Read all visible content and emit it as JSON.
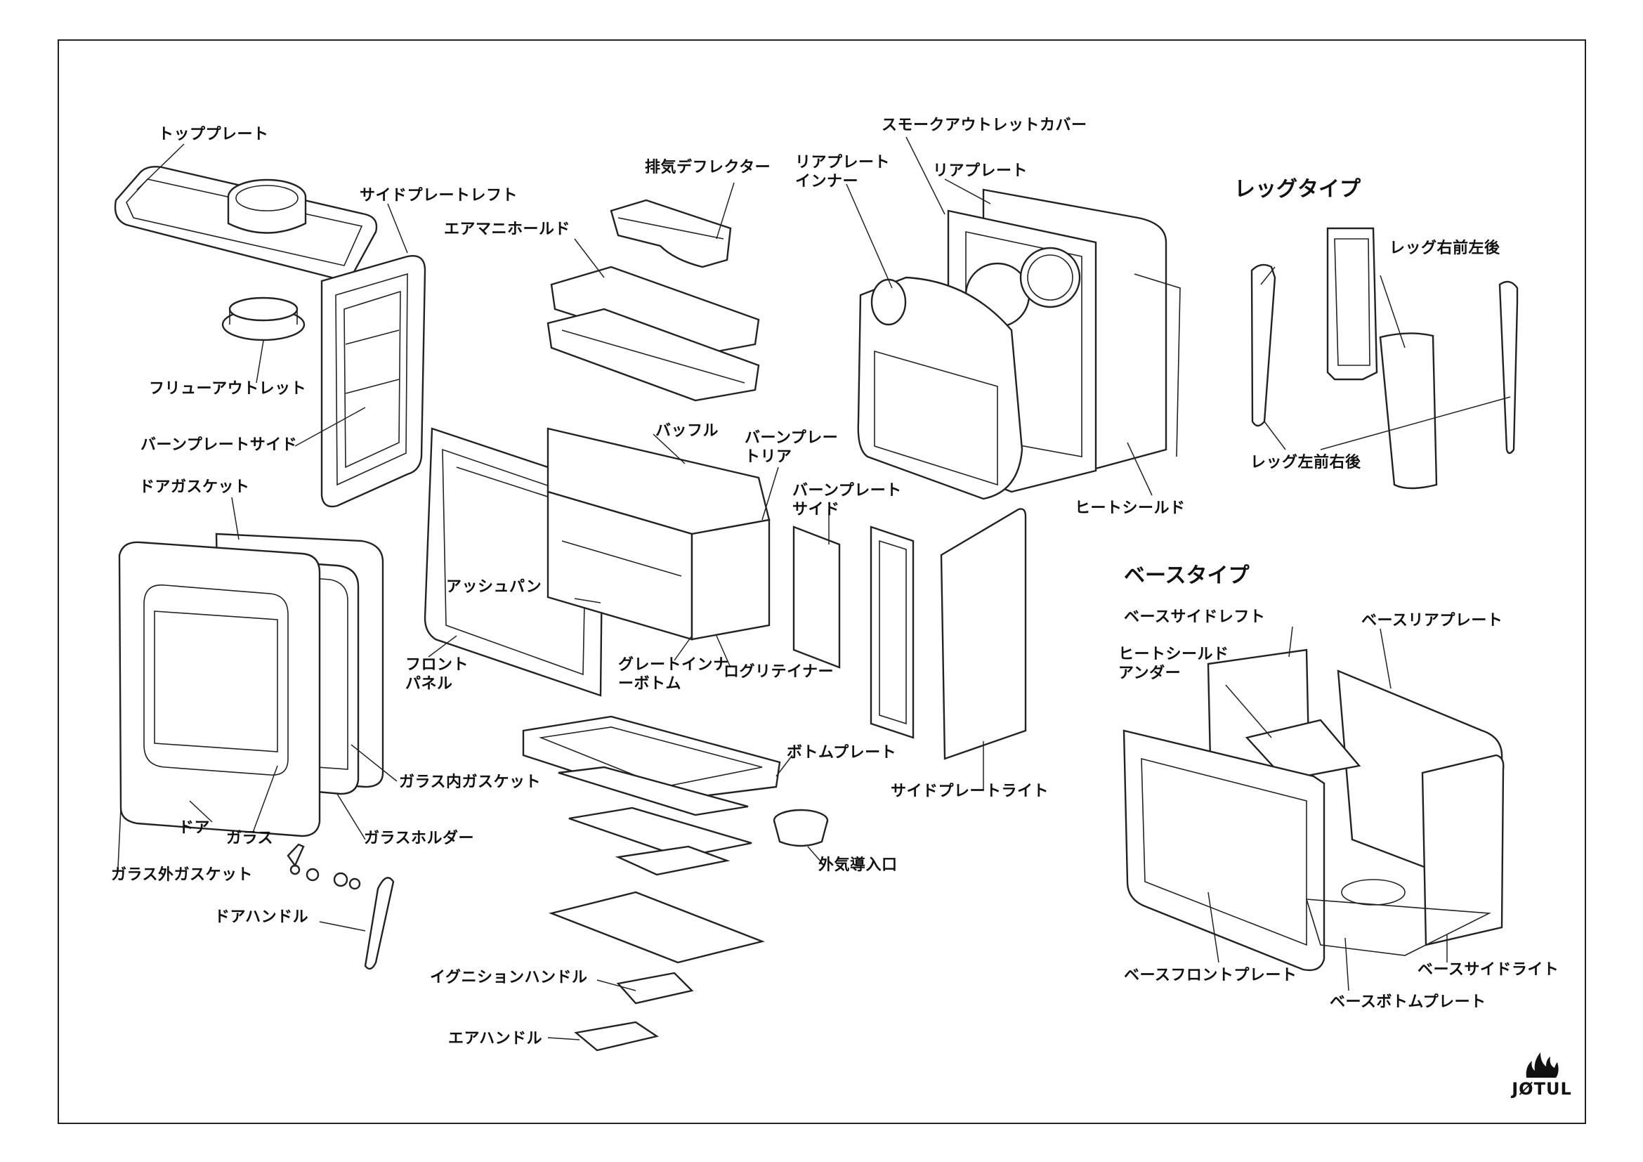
{
  "labels": {
    "top_plate": "トッププレート",
    "side_plate_left": "サイドプレートレフト",
    "flue_outlet": "フリューアウトレット",
    "burn_plate_side_left": "バーンプレートサイド",
    "door_gasket": "ドアガスケット",
    "exhaust_deflector": "排気デフレクター",
    "air_manifold": "エアマニホールド",
    "rear_plate_inner": [
      "リアプレート",
      "インナー"
    ],
    "smoke_outlet_cover": "スモークアウトレットカバー",
    "rear_plate": "リアプレート",
    "baffle": "バッフル",
    "burn_plate_rear": [
      "バーンプレー",
      "トリア"
    ],
    "burn_plate_side_right": [
      "バーンプレート",
      "サイド"
    ],
    "ash_pan": "アッシュパン",
    "front_panel": [
      "フロント",
      "パネル"
    ],
    "grate_inner_bottom": [
      "グレートインナ",
      "ーボトム"
    ],
    "log_retainer": "ログリテイナー",
    "heat_shield": "ヒートシールド",
    "bottom_plate": "ボトムプレート",
    "glass_inner_gasket": "ガラス内ガスケット",
    "side_plate_right": "サイドプレートライト",
    "door": "ドア",
    "glass": "ガラス",
    "glass_holder": "ガラスホルダー",
    "glass_outer_gasket": "ガラス外ガスケット",
    "outside_air_inlet": "外気導入口",
    "door_handle": "ドアハンドル",
    "ignition_handle": "イグニションハンドル",
    "air_handle": "エアハンドル"
  },
  "leg_type": {
    "title": "レッグタイプ",
    "leg_right_front_left_rear": "レッグ右前左後",
    "leg_left_front_right_rear": "レッグ左前右後"
  },
  "base_type": {
    "title": "ベースタイプ",
    "base_side_left": "ベースサイドレフト",
    "heat_shield_under": [
      "ヒートシールド",
      "アンダー"
    ],
    "base_rear_plate": "ベースリアプレート",
    "base_front_plate": "ベースフロントプレート",
    "base_side_right": "ベースサイドライト",
    "base_bottom_plate": "ベースボトムプレート"
  },
  "brand": "JØTUL"
}
